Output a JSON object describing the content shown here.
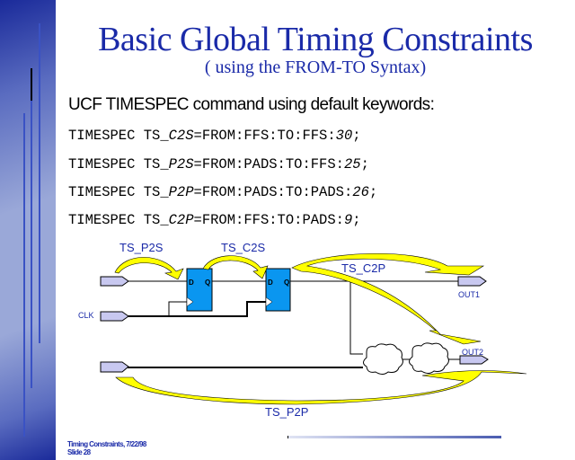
{
  "slide": {
    "title": "Basic Global Timing Constraints",
    "subtitle": "( using the FROM-TO Syntax)",
    "heading": "UCF TIMESPEC command using default keywords:",
    "code_lines": [
      {
        "prefix": "TIMESPEC TS_",
        "name": "C2S",
        "body": "=FROM:FFS:TO:FFS:",
        "value": "30",
        "end": ";"
      },
      {
        "prefix": "TIMESPEC TS_",
        "name": "P2S",
        "body": "=FROM:PADS:TO:FFS:",
        "value": "25",
        "end": ";"
      },
      {
        "prefix": "TIMESPEC TS_",
        "name": "P2P",
        "body": "=FROM:PADS:TO:PADS:",
        "value": "26",
        "end": ";"
      },
      {
        "prefix": "TIMESPEC TS_",
        "name": "C2P",
        "body": "=FROM:FFS:TO:PADS:",
        "value": "9",
        "end": ";"
      }
    ]
  },
  "diagram": {
    "labels": {
      "ts_p2s": "TS_P2S",
      "ts_c2s": "TS_C2S",
      "ts_c2p": "TS_C2P",
      "ts_p2p": "TS_P2P",
      "clk": "CLK",
      "out1": "OUT1",
      "out2": "OUT2",
      "ff_d": "D",
      "ff_q": "Q"
    },
    "colors": {
      "flipflop": "#0a96f0",
      "pad": "#c8c8f0",
      "arrow": "#ffff00",
      "label": "#1a2aa8"
    }
  },
  "footer": {
    "line1": "Timing Constraints, 7/22/98",
    "line2": "Slide 28"
  }
}
